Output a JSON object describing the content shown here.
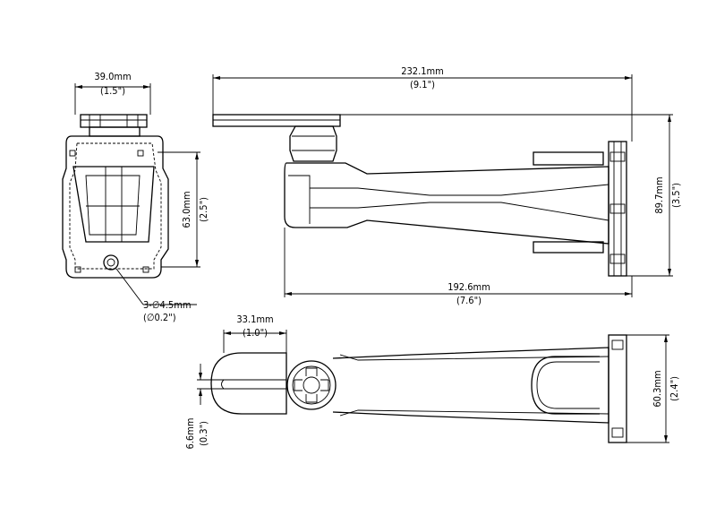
{
  "dimensions": {
    "front_width": {
      "metric": "39.0mm",
      "imperial": "(1.5\")"
    },
    "front_height": {
      "metric": "63.0mm",
      "imperial": "(2.5\")"
    },
    "hole": {
      "metric": "3-∅4.5mm",
      "imperial": "(∅0.2\")"
    },
    "side_total_length": {
      "metric": "232.1mm",
      "imperial": "(9.1\")"
    },
    "side_arm_length": {
      "metric": "192.6mm",
      "imperial": "(7.6\")"
    },
    "side_height": {
      "metric": "89.7mm",
      "imperial": "(3.5\")"
    },
    "top_plate_width": {
      "metric": "33.1mm",
      "imperial": "(1.0\")"
    },
    "top_slot_width": {
      "metric": "6.6mm",
      "imperial": "(0.3\")"
    },
    "top_base_height": {
      "metric": "60.3mm",
      "imperial": "(2.4\")"
    }
  }
}
